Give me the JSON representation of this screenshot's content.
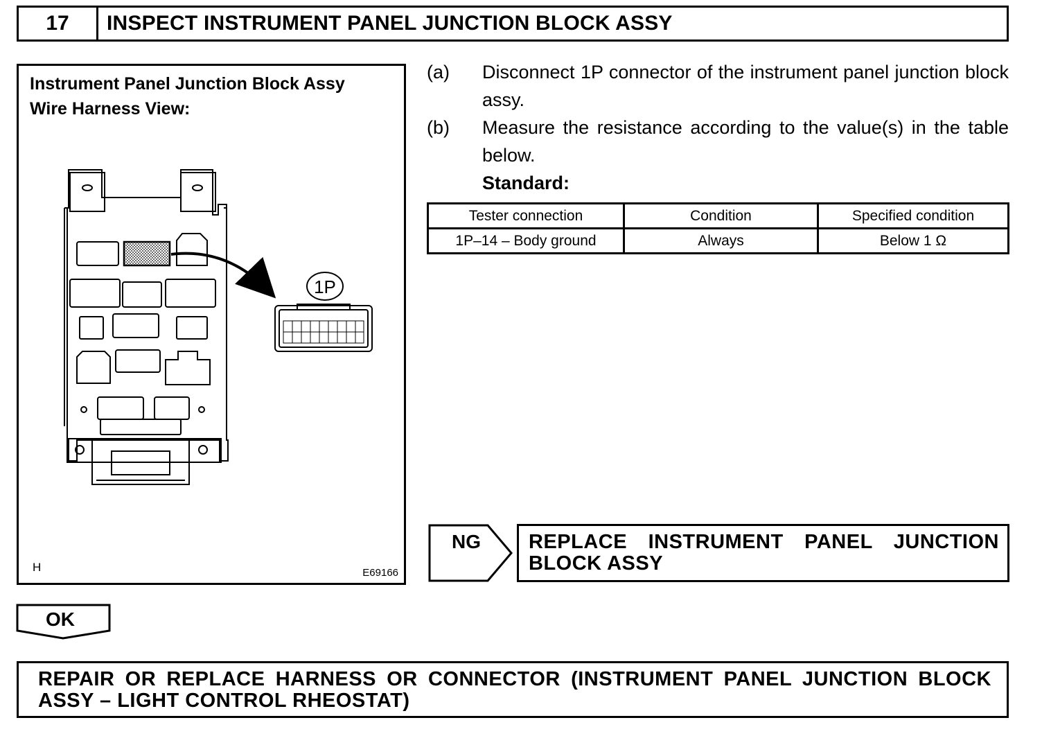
{
  "header": {
    "step_number": "17",
    "title": "INSPECT INSTRUMENT PANEL JUNCTION BLOCK ASSY"
  },
  "figure": {
    "title": "Instrument Panel Junction Block Assy\nWire Harness View:",
    "connector_label": "1P",
    "side_label": "H",
    "figure_code": "E69166"
  },
  "steps": [
    {
      "label": "(a)",
      "text": "Disconnect 1P connector of the instrument panel junction block assy."
    },
    {
      "label": "(b)",
      "text": "Measure the resistance according to the value(s) in the table below."
    }
  ],
  "standard_label": "Standard:",
  "table": {
    "headers": [
      "Tester connection",
      "Condition",
      "Specified condition"
    ],
    "rows": [
      [
        "1P–14 – Body ground",
        "Always",
        "Below 1 Ω"
      ]
    ]
  },
  "ng": {
    "label": "NG",
    "result": "REPLACE INSTRUMENT PANEL JUNCTION BLOCK ASSY"
  },
  "ok": {
    "label": "OK",
    "result": "REPAIR OR REPLACE HARNESS OR CONNECTOR (INSTRUMENT PANEL JUNCTION BLOCK ASSY – LIGHT CONTROL RHEOSTAT)"
  }
}
